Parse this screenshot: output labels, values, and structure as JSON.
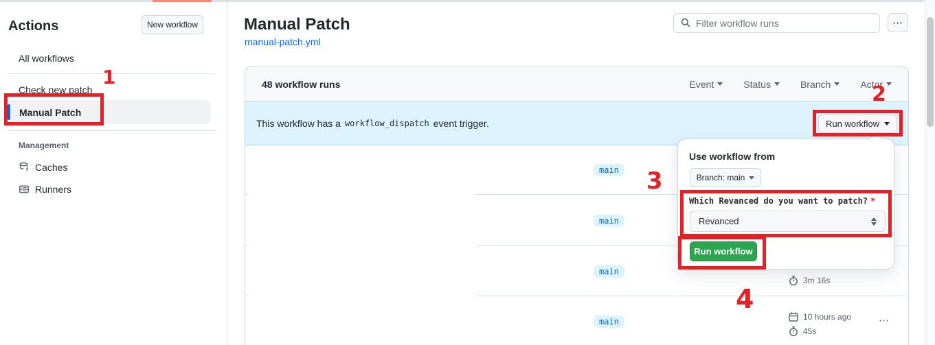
{
  "sidebar": {
    "title": "Actions",
    "new_workflow_label": "New workflow",
    "items": [
      {
        "label": "All workflows",
        "selected": false
      },
      {
        "label": "Check new patch",
        "selected": false
      },
      {
        "label": "Manual Patch",
        "selected": true
      }
    ],
    "management": {
      "heading": "Management",
      "items": [
        {
          "label": "Caches",
          "icon": "cache-icon"
        },
        {
          "label": "Runners",
          "icon": "runners-icon"
        }
      ]
    }
  },
  "header": {
    "title": "Manual Patch",
    "file_link": "manual-patch.yml",
    "filter_placeholder": "Filter workflow runs",
    "more_label": "⋯"
  },
  "runs_table": {
    "summary": "48 workflow runs",
    "filters": [
      {
        "label": "Event"
      },
      {
        "label": "Status"
      },
      {
        "label": "Branch"
      },
      {
        "label": "Actor"
      }
    ],
    "banner": {
      "text_before": "This workflow has a",
      "code": "workflow_dispatch",
      "text_after": "event trigger.",
      "run_workflow_label": "Run workflow"
    },
    "rows": [
      {
        "branch": "main"
      },
      {
        "branch": "main"
      },
      {
        "branch": "main",
        "duration": "3m 16s"
      },
      {
        "branch": "main",
        "date": "10 hours ago",
        "duration": "45s",
        "menu": "⋯"
      }
    ]
  },
  "run_dialog": {
    "heading": "Use workflow from",
    "branch_selector_label": "Branch: main",
    "input_label": "Which Revanced do you want to patch?",
    "required_mark": "*",
    "select_value": "Revanced",
    "submit_label": "Run workflow"
  },
  "annotations": {
    "color": "#e32227",
    "steps": [
      "1",
      "2",
      "3",
      "4"
    ]
  },
  "colors": {
    "accent_blue": "#0969da",
    "banner_bg": "#ddf4ff",
    "badge_bg": "#ddf4ff",
    "button_green": "#2da44e",
    "header_bg": "#f6f8fa",
    "border": "#d0d7de",
    "muted_text": "#57606a",
    "annotation_red": "#e32227",
    "top_strip_orange": "#ff8775"
  }
}
